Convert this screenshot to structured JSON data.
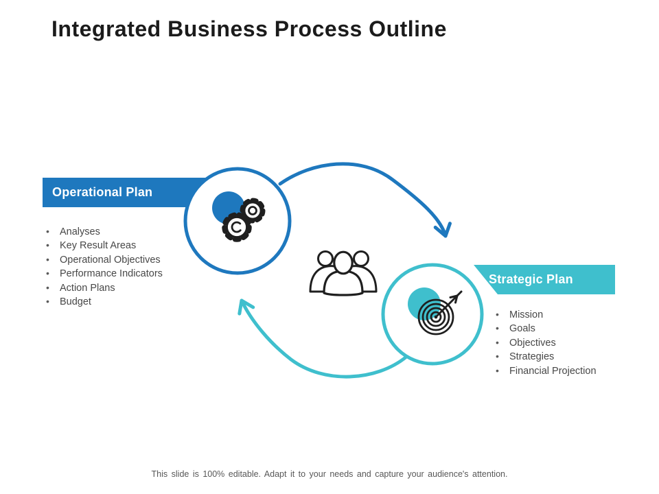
{
  "title": "Integrated Business Process Outline",
  "footer": "This slide is 100% editable. Adapt it to your needs and capture your audience's attention.",
  "colors": {
    "blue": "#1e78be",
    "teal": "#3fbfcd",
    "icon_ink": "#1f1f1f",
    "body_text": "#474747",
    "footer_text": "#575757"
  },
  "operational_plan": {
    "label": "Operational Plan",
    "icon": "gears-icon",
    "items": [
      "Analyses",
      "Key Result Areas",
      "Operational Objectives",
      "Performance Indicators",
      "Action Plans",
      "Budget"
    ]
  },
  "strategic_plan": {
    "label": "Strategic Plan",
    "icon": "target-icon",
    "items": [
      "Mission",
      "Goals",
      "Objectives",
      "Strategies",
      "Financial Projection"
    ]
  },
  "center_icon": "people-group-icon",
  "arrows": {
    "top": "operational-to-strategic-arrow",
    "bottom": "strategic-to-operational-arrow"
  }
}
